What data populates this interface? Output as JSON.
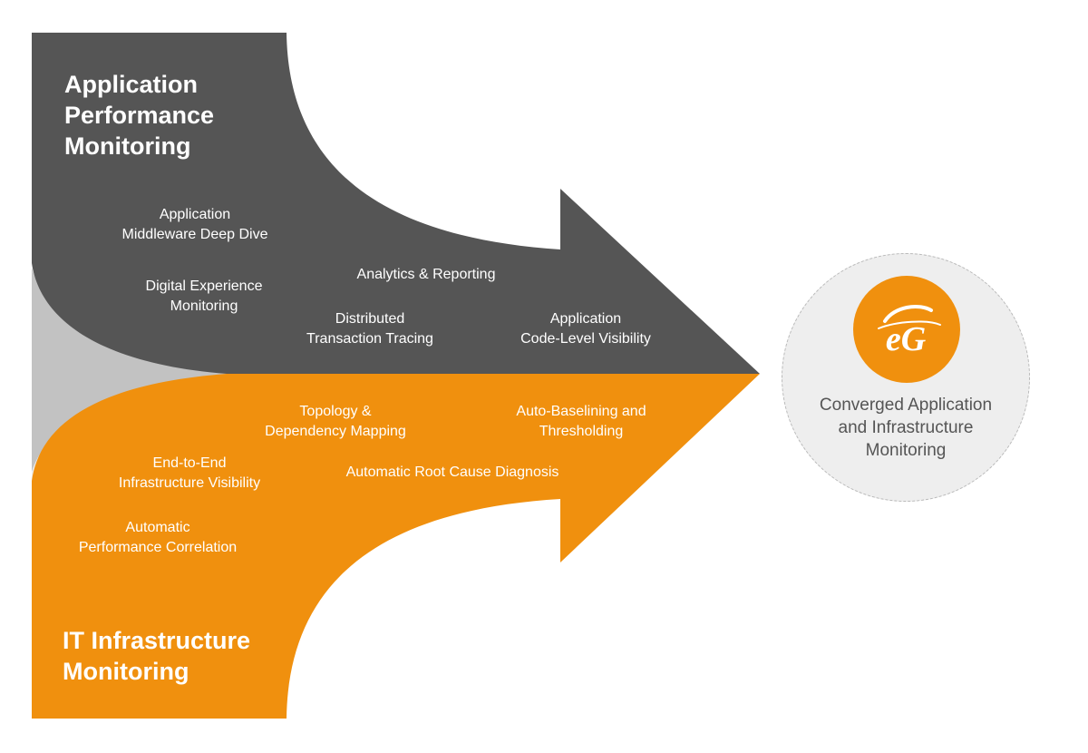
{
  "colors": {
    "apm_fill": "#555555",
    "infra_fill": "#f0900e",
    "shadow_light": "#eeeeee",
    "shadow_mid": "#c2c2c2",
    "result_bg": "#eeeeee",
    "result_text": "#555555",
    "label_text": "#ffffff"
  },
  "apm": {
    "title_lines": [
      "Application",
      "Performance",
      "Monitoring"
    ],
    "features": [
      {
        "lines": [
          "Application",
          "Middleware Deep Dive"
        ]
      },
      {
        "lines": [
          "Analytics & Reporting"
        ]
      },
      {
        "lines": [
          "Digital Experience",
          "Monitoring"
        ]
      },
      {
        "lines": [
          "Distributed",
          "Transaction Tracing"
        ]
      },
      {
        "lines": [
          "Application",
          "Code-Level Visibility"
        ]
      }
    ]
  },
  "infrastructure": {
    "title_lines": [
      "IT Infrastructure",
      "Monitoring"
    ],
    "features": [
      {
        "lines": [
          "Topology &",
          "Dependency Mapping"
        ]
      },
      {
        "lines": [
          "Auto-Baselining and",
          "Thresholding"
        ]
      },
      {
        "lines": [
          "End-to-End",
          "Infrastructure Visibility"
        ]
      },
      {
        "lines": [
          "Automatic Root Cause Diagnosis"
        ]
      },
      {
        "lines": [
          "Automatic",
          "Performance Correlation"
        ]
      }
    ]
  },
  "result": {
    "logo_icon": "eg-logo-icon",
    "logo_text": "eG",
    "lines": [
      "Converged Application",
      "and Infrastructure",
      "Monitoring"
    ]
  }
}
